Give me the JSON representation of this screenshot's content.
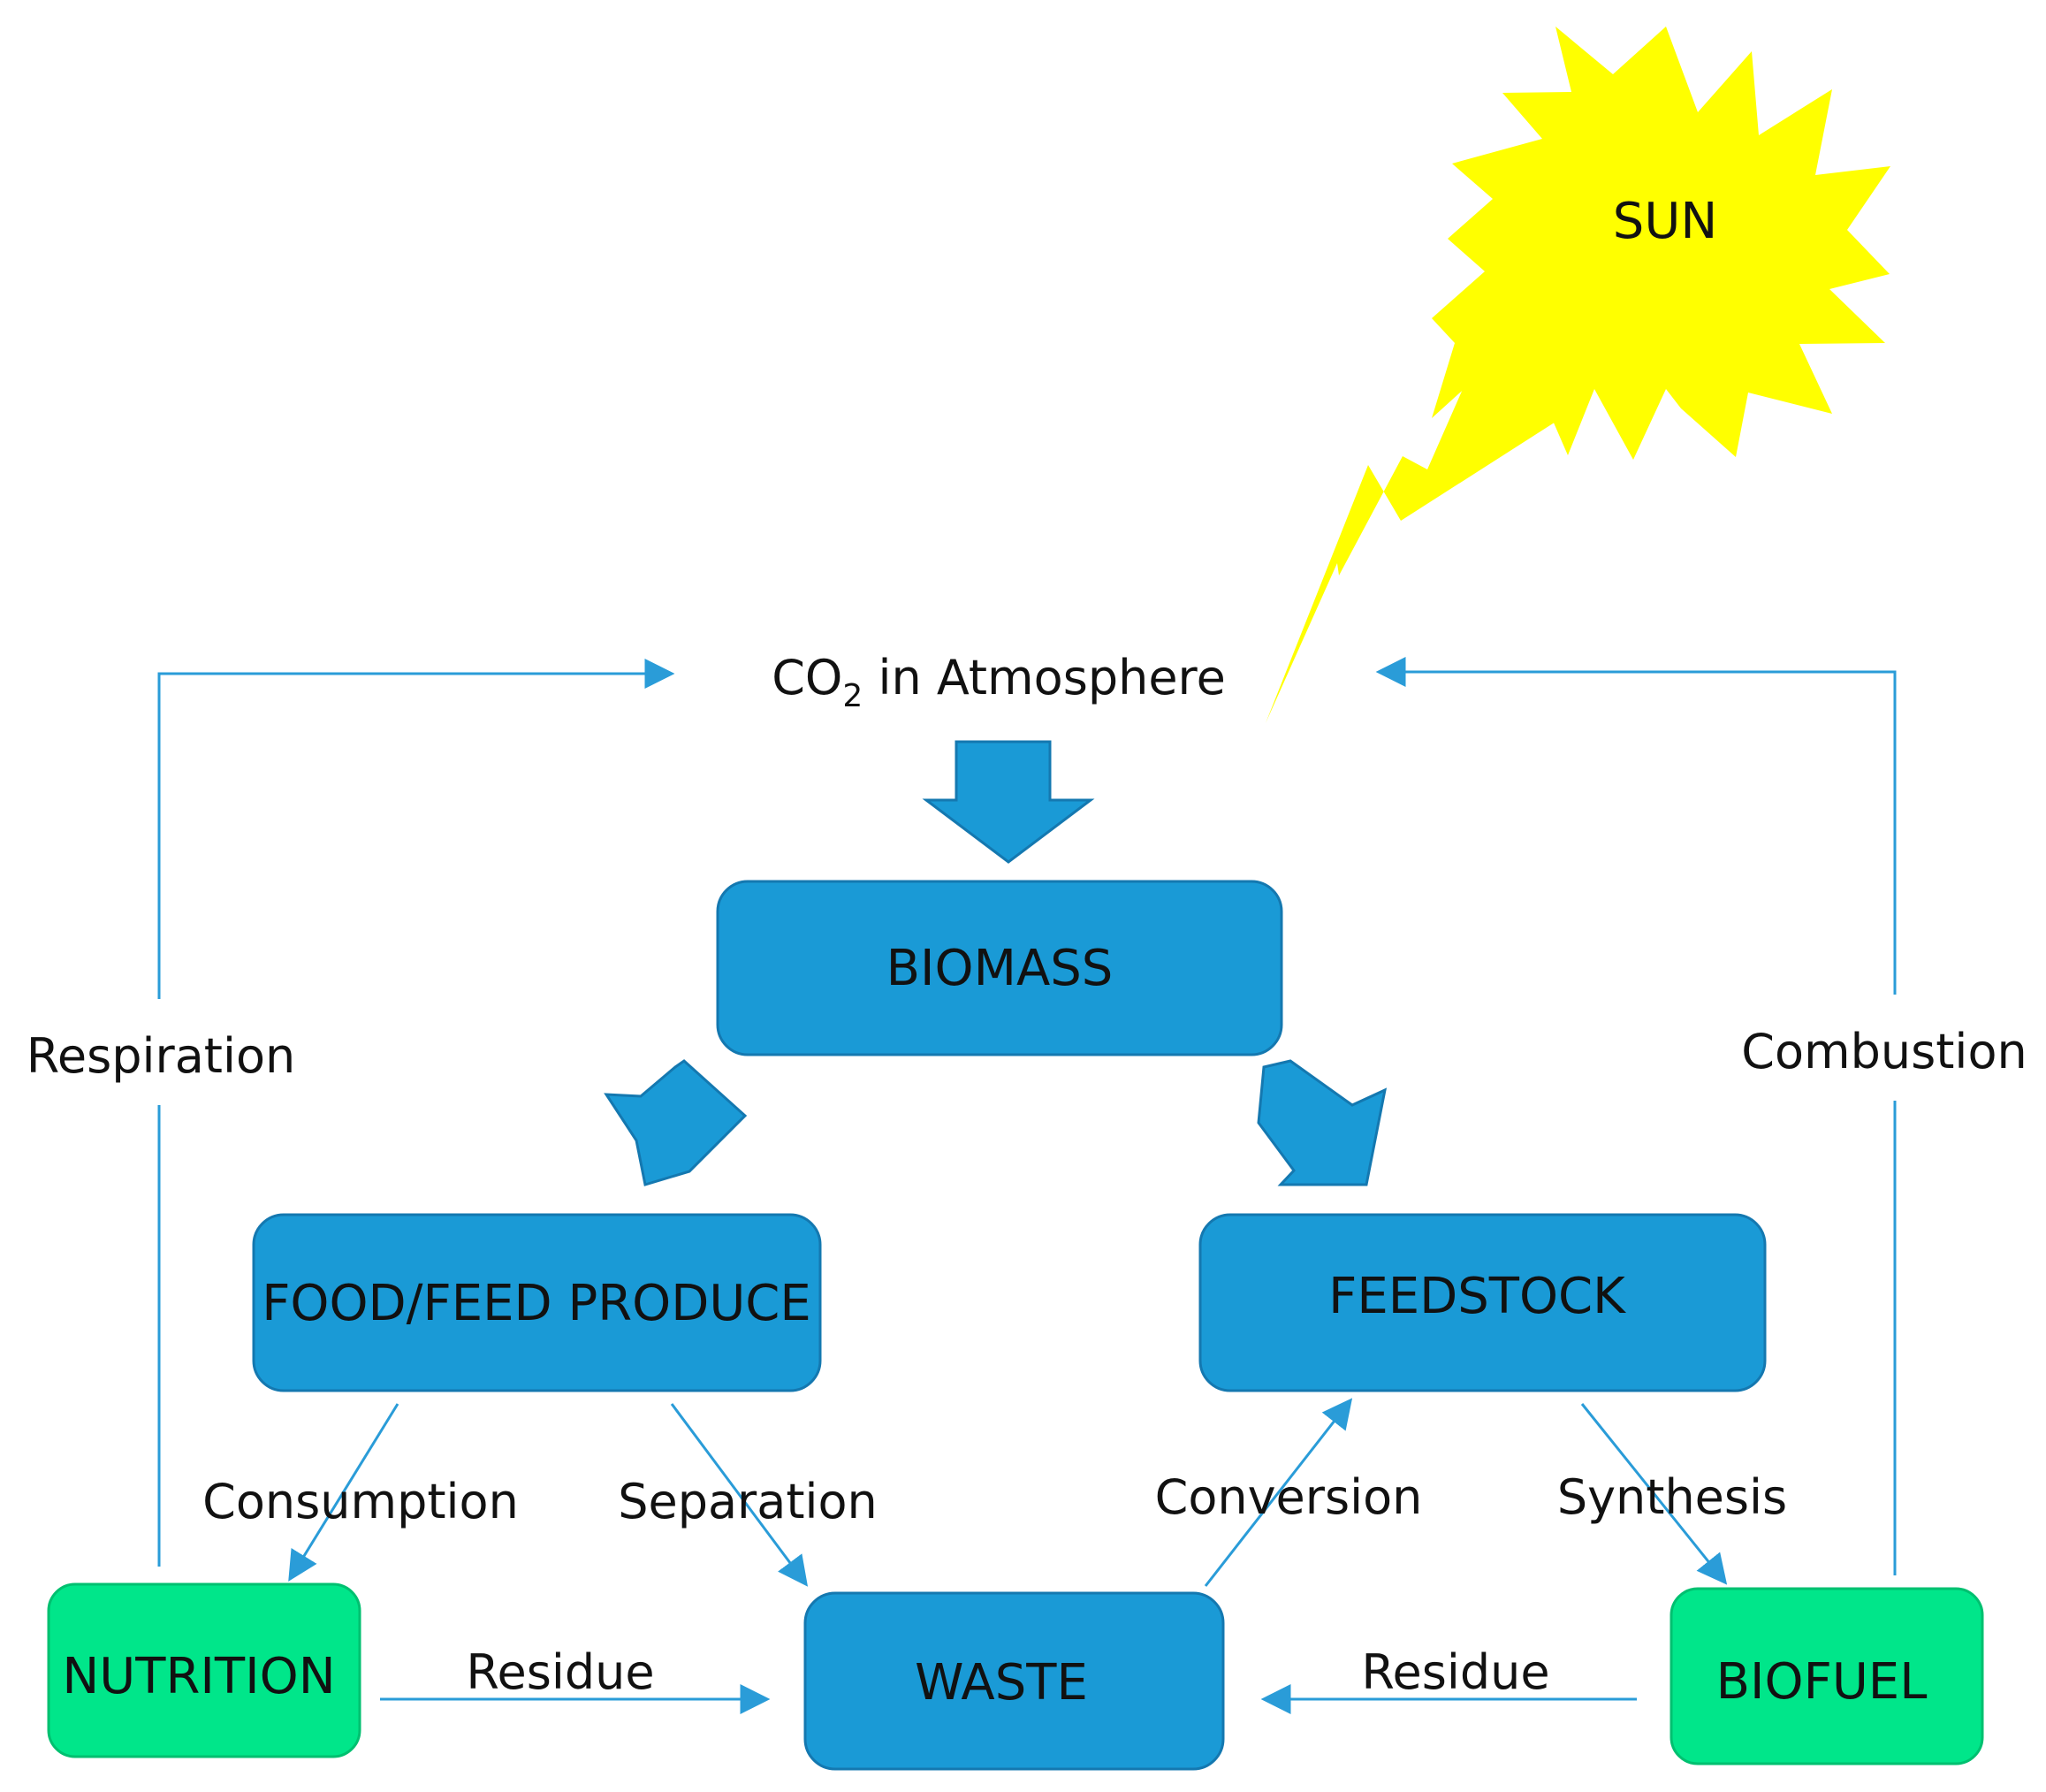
{
  "sun": {
    "label": "SUN",
    "color": "#ffff00"
  },
  "atmosphere": {
    "prefix": "CO",
    "subscript": "2",
    "suffix": " in Atmosphere"
  },
  "boxes": {
    "biomass": "BIOMASS",
    "food_feed": "FOOD/FEED PRODUCE",
    "feedstock": "FEEDSTOCK",
    "nutrition": "NUTRITION",
    "waste": "WASTE",
    "biofuel": "BIOFUEL"
  },
  "edges": {
    "respiration": "Respiration",
    "combustion": "Combustion",
    "consumption": "Consumption",
    "separation": "Separation",
    "conversion": "Conversion",
    "synthesis": "Synthesis",
    "residue_left": "Residue",
    "residue_right": "Residue"
  },
  "colors": {
    "process_box": "#1a9ad6",
    "process_border": "#1478b0",
    "end_box": "#00e68a",
    "end_border": "#00c070",
    "line": "#2a9cd8",
    "sun": "#ffff00"
  }
}
